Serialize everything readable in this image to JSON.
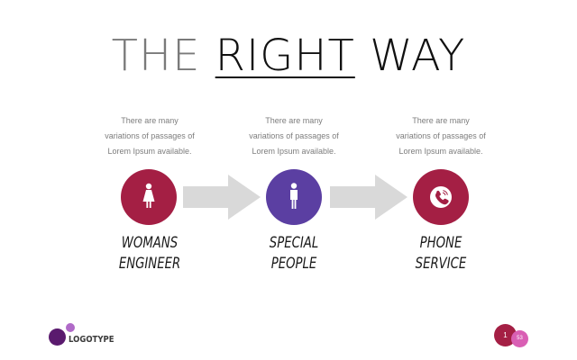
{
  "title": {
    "word1": "THE",
    "word2": "RIGHT",
    "word3": "WAY"
  },
  "steps": [
    {
      "description": [
        "There are many",
        "variations of passages of",
        "Lorem Ipsum available."
      ],
      "label": [
        "WOMANS",
        "ENGINEER"
      ],
      "icon": "woman-icon",
      "color": "#a41f44"
    },
    {
      "description": [
        "There are many",
        "variations of passages of",
        "Lorem Ipsum available."
      ],
      "label": [
        "SPECIAL",
        "PEOPLE"
      ],
      "icon": "man-icon",
      "color": "#5b3fa2"
    },
    {
      "description": [
        "There are many",
        "variations of passages of",
        "Lorem Ipsum available."
      ],
      "label": [
        "PHONE",
        "SERVICE"
      ],
      "icon": "phone-icon",
      "color": "#a41f44"
    }
  ],
  "arrow_color": "#d9d9d9",
  "footer": {
    "logo_text": "LOGOTYPE",
    "logo_colors": [
      "#5a1a6e",
      "#b06ac8"
    ],
    "page_badge": "1",
    "total_badge": "53",
    "badge_colors": [
      "#a41f44",
      "#d95fb4"
    ]
  }
}
